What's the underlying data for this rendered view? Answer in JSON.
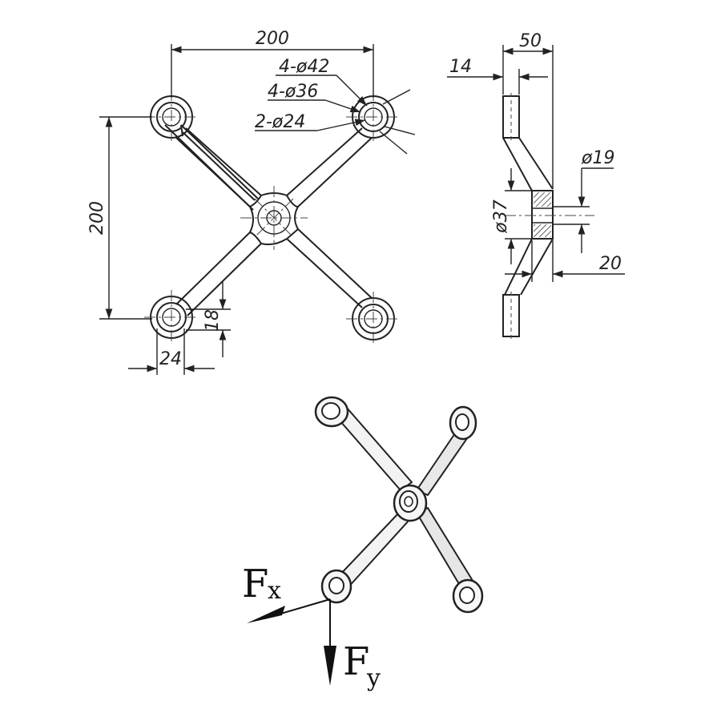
{
  "top_view": {
    "width_dim": "200",
    "height_dim": "200",
    "hole_42": "4-ø42",
    "hole_36": "4-ø36",
    "hole_24": "2-ø24",
    "arm_offset_dim": "18",
    "arm_width_dim": "24"
  },
  "side_view": {
    "depth_dim": "50",
    "plate_dim": "14",
    "bore_dim": "ø19",
    "hub_dim": "ø37",
    "hub_len_dim": "20"
  },
  "iso_view": {
    "force_x": "F",
    "force_x_sub": "x",
    "force_y": "F",
    "force_y_sub": "y"
  }
}
